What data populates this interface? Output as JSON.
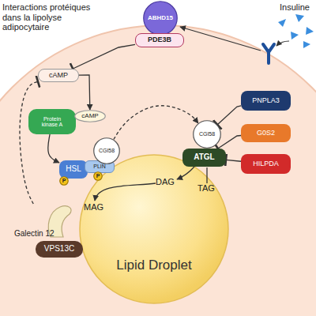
{
  "diagram": {
    "title": "Interactions protéiques dans la lipolyse adipocytaire",
    "nodes": [
      {
        "text": [
          "ABHD15"
        ]
      },
      {
        "text": [
          "PDE3B"
        ]
      },
      {
        "text": [
          "cAMP"
        ]
      },
      {
        "text": [
          "Protein kinase A"
        ]
      },
      {
        "text": [
          "cAMP"
        ]
      },
      {
        "text": [
          "PNPLA3"
        ]
      },
      {
        "text": [
          "CGI58"
        ]
      },
      {
        "text": [
          "G0S2"
        ]
      },
      {
        "text": [
          "CGI58"
        ]
      },
      {
        "text": [
          "HSL"
        ]
      },
      {
        "text": [
          "PLIN"
        ]
      },
      {
        "text": [
          "ATGL"
        ]
      },
      {
        "text": [
          "HILPDA"
        ]
      },
      {
        "text": [
          "P"
        ]
      },
      {
        "text": [
          "P"
        ]
      },
      {
        "text": [
          "Galectin 12"
        ]
      },
      {
        "text": [
          "VPS13C"
        ]
      },
      {
        "text": [
          "Lipid Droplet"
        ]
      }
    ],
    "edges": [
      {
        "from": 1,
        "to": 2,
        "arrow": "to"
      },
      {
        "from": 2,
        "to": 4,
        "arrow": "to"
      },
      {
        "from": 3,
        "to": 9,
        "arrow": "to"
      },
      {
        "from": 8,
        "to": 6,
        "arrow": "to"
      },
      {
        "from": 5,
        "to": 6,
        "arrow": "to"
      },
      {
        "from": 7,
        "to": 11,
        "arrow": "to"
      },
      {
        "from": 12,
        "to": 11,
        "arrow": "to"
      },
      {
        "from": 15,
        "to": 2,
        "arrow": "to"
      }
    ],
    "labels": [
      "Insuline",
      "DAG",
      "TAG",
      "MAG"
    ]
  }
}
